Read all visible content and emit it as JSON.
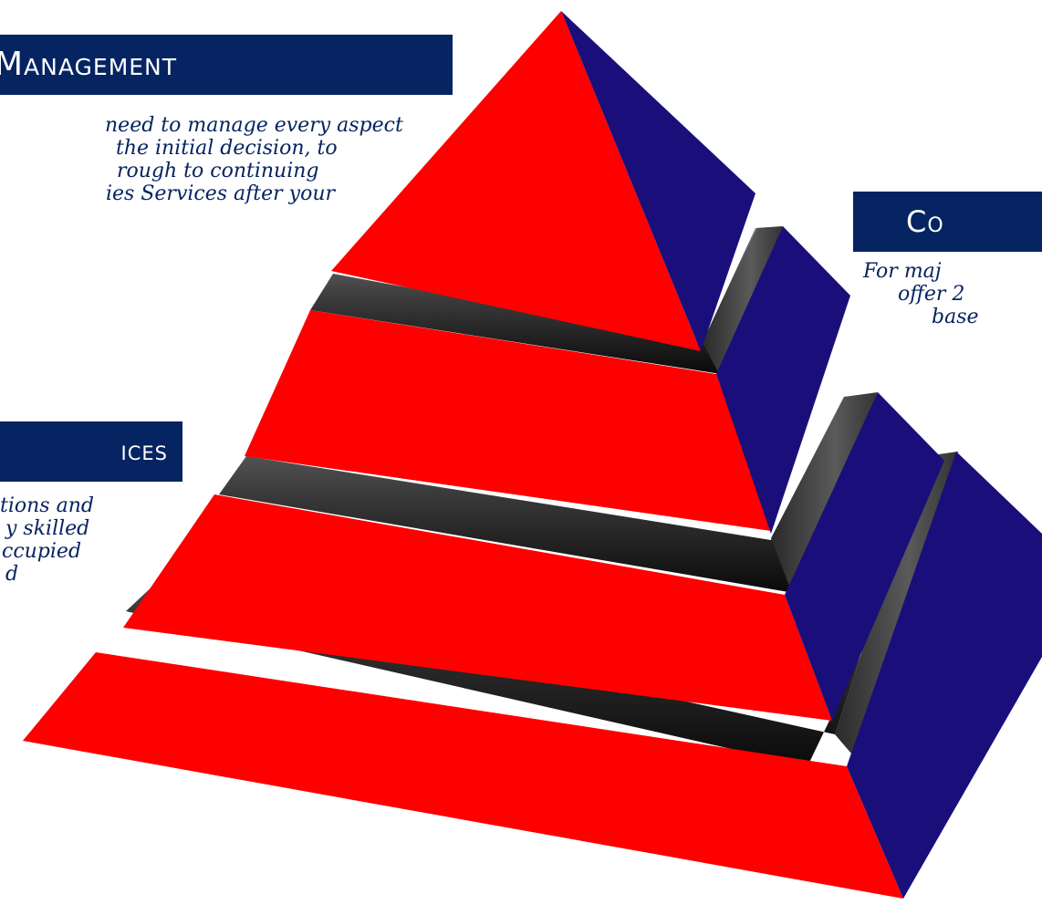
{
  "banners": {
    "management": "Management",
    "services": "ices",
    "continuity": "Co"
  },
  "descriptions": {
    "management": [
      "need to manage every aspect",
      "the initial decision, to",
      "rough to continuing",
      "ies Services after your"
    ],
    "services": [
      "tions and",
      "y skilled",
      "ccupied",
      "d"
    ],
    "continuity": [
      "For maj",
      "offer 2",
      "base"
    ]
  },
  "colors": {
    "banner": "#062461",
    "text": "#062461",
    "pyramid_front": "#ff0000",
    "pyramid_side": "#1a0f7a",
    "step_dark": "#222222",
    "step_light": "#777777"
  }
}
